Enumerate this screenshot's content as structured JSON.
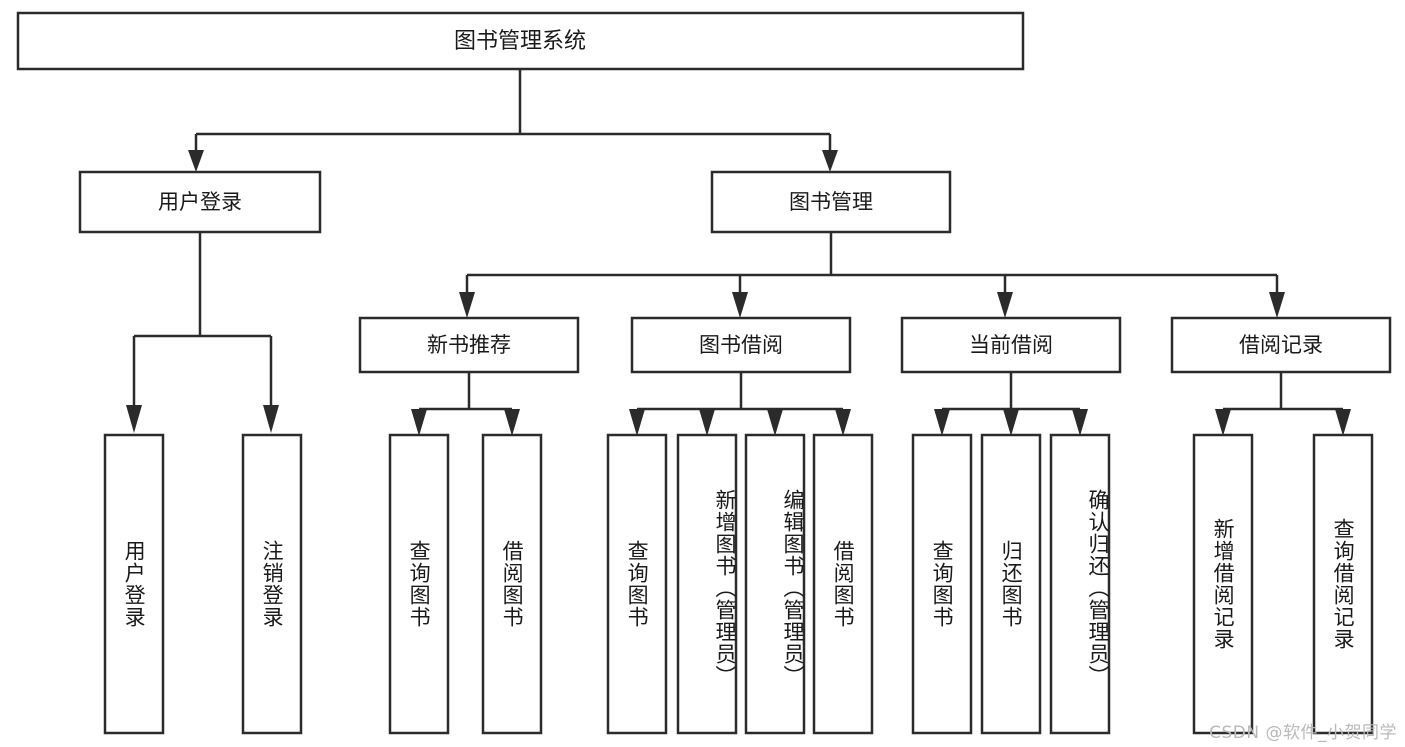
{
  "diagram": {
    "title": "图书管理系统",
    "watermark": "CSDN @软件_小贺同学",
    "colors": {
      "stroke": "#2b2b2b",
      "fill": "#ffffff",
      "text": "#1a1a1a",
      "watermark": "#b9b9b9"
    },
    "levels": {
      "root": "图书管理系统",
      "level2": [
        "用户登录",
        "图书管理"
      ],
      "level3": [
        "新书推荐",
        "图书借阅",
        "当前借阅",
        "借阅记录"
      ]
    },
    "nodes": {
      "root": {
        "label": "图书管理系统"
      },
      "user_login": {
        "label": "用户登录"
      },
      "book_manage": {
        "label": "图书管理"
      },
      "new_book_rec": {
        "label": "新书推荐"
      },
      "book_borrow": {
        "label": "图书借阅"
      },
      "current_borrow": {
        "label": "当前借阅"
      },
      "borrow_record": {
        "label": "借阅记录"
      }
    },
    "leaves": {
      "user_login": [
        {
          "label": "用户登录"
        },
        {
          "label": "注销登录"
        }
      ],
      "new_book_rec": [
        {
          "label": "查询图书"
        },
        {
          "label": "借阅图书"
        }
      ],
      "book_borrow": [
        {
          "label": "查询图书"
        },
        {
          "label": "新增图书（管理员）"
        },
        {
          "label": "编辑图书（管理员）"
        },
        {
          "label": "借阅图书"
        }
      ],
      "current_borrow": [
        {
          "label": "查询图书"
        },
        {
          "label": "归还图书"
        },
        {
          "label": "确认归还（管理员）"
        }
      ],
      "borrow_record": [
        {
          "label": "新增借阅记录"
        },
        {
          "label": "查询借阅记录"
        }
      ]
    }
  }
}
